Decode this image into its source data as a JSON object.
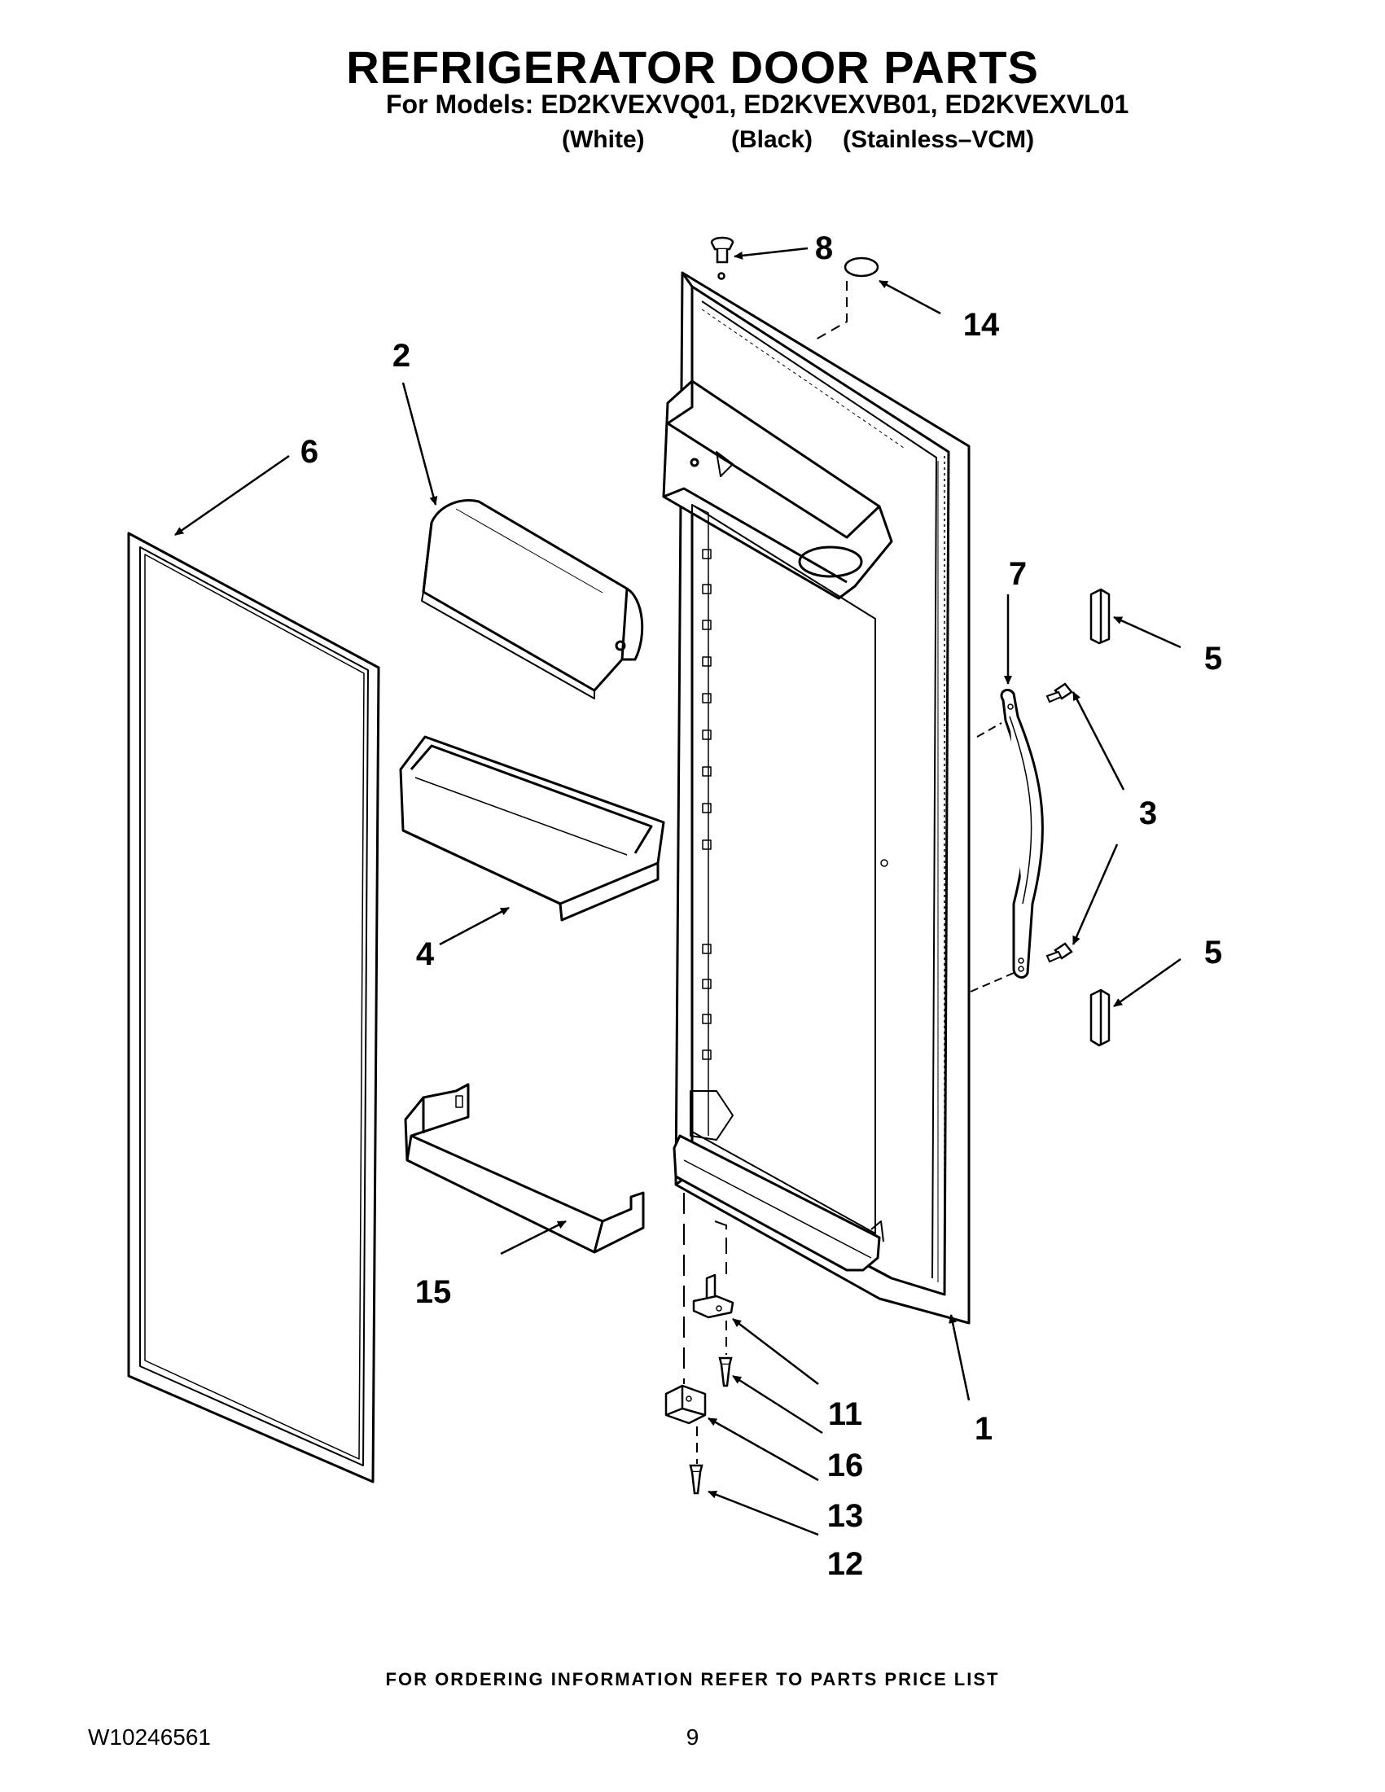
{
  "header": {
    "title": "REFRIGERATOR DOOR PARTS",
    "models_line": "For Models: ED2KVEXVQ01, ED2KVEXVB01, ED2KVEXVL01",
    "variants": [
      "(White)",
      "(Black)",
      "(Stainless–VCM)"
    ]
  },
  "callouts": {
    "c1": "1",
    "c2": "2",
    "c3": "3",
    "c4": "4",
    "c5a": "5",
    "c5b": "5",
    "c6": "6",
    "c7": "7",
    "c8": "8",
    "c11": "11",
    "c12": "12",
    "c13": "13",
    "c14": "14",
    "c15": "15",
    "c16": "16"
  },
  "footer": {
    "ordering_note": "FOR ORDERING INFORMATION REFER TO PARTS PRICE LIST",
    "doc_number": "W10246561",
    "page_number": "9"
  }
}
